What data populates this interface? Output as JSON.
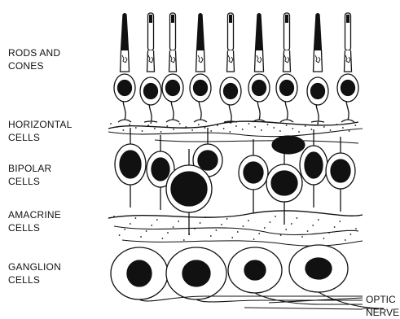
{
  "labels": {
    "rods_and_cones": [
      "RODS AND",
      "CONES"
    ],
    "horizontal_cells": [
      "HORIZONTAL",
      "CELLS"
    ],
    "bipolar_cells": [
      "BIPOLAR",
      "CELLS"
    ],
    "amacrine_cells": [
      "AMACRINE",
      "CELLS"
    ],
    "ganglion_cells": [
      "GANGLION",
      "CELLS"
    ],
    "optic_nerve": [
      "OPTIC",
      "NERVE"
    ]
  }
}
